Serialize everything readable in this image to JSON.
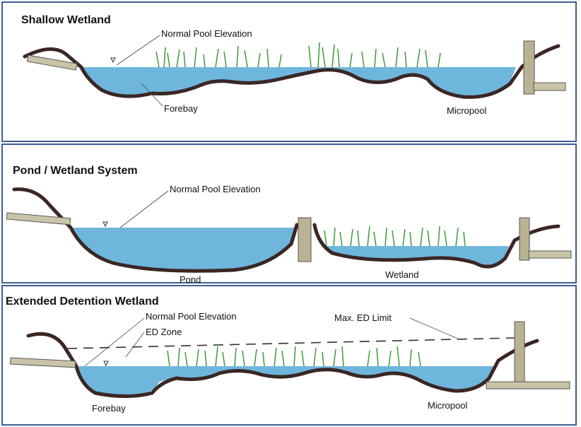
{
  "panels": [
    {
      "title": "Shallow Wetland",
      "labels": {
        "pool": "Normal Pool Elevation",
        "forebay": "Forebay",
        "micropool": "Micropool"
      }
    },
    {
      "title": "Pond / Wetland System",
      "labels": {
        "pool": "Normal Pool Elevation",
        "pond": "Pond",
        "wetland": "Wetland"
      }
    },
    {
      "title": "Extended Detention Wetland",
      "labels": {
        "pool": "Normal Pool Elevation",
        "ed_zone": "ED Zone",
        "max_ed": "Max. ED Limit",
        "forebay": "Forebay",
        "micropool": "Micropool"
      }
    }
  ],
  "colors": {
    "border": "#3a5f95",
    "water": "#6fb6dc",
    "bank": "#3a2624",
    "vegetation": "#3e9a3a"
  }
}
